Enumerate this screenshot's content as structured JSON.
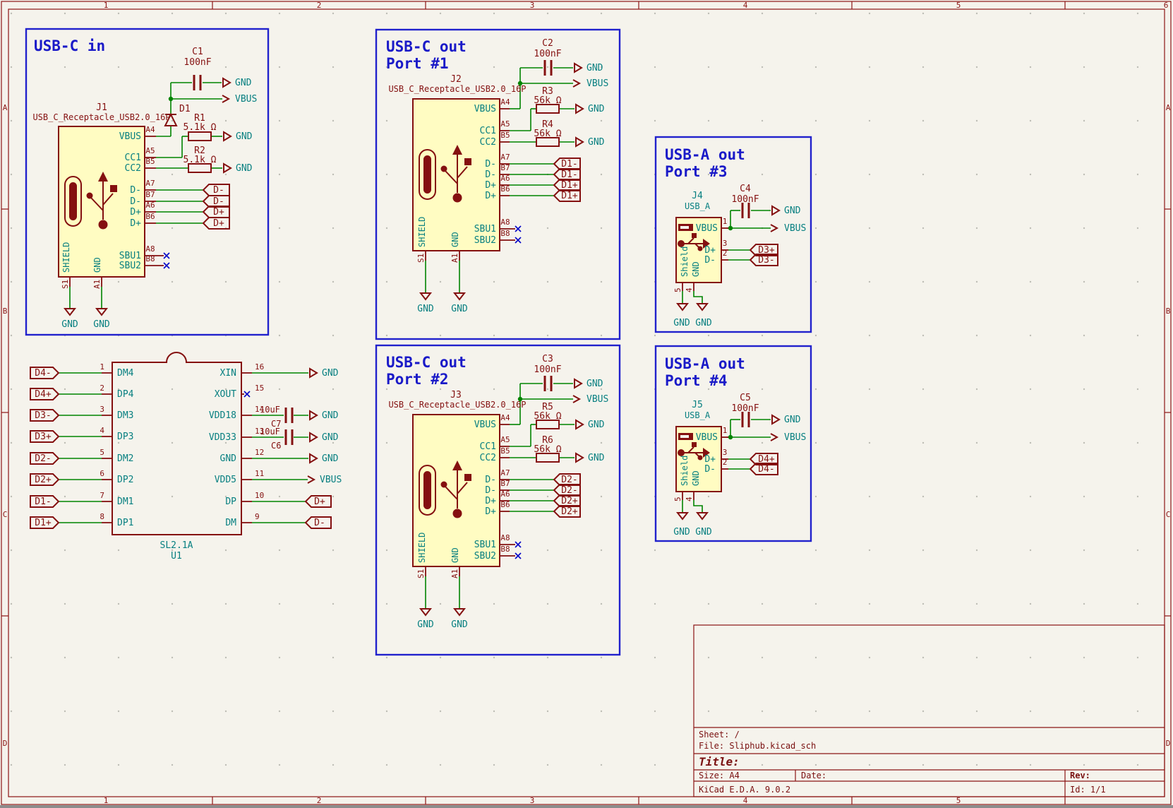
{
  "frame": {
    "cols": [
      "1",
      "2",
      "3",
      "4",
      "5",
      "6"
    ],
    "rows": [
      "A",
      "B",
      "C",
      "D"
    ]
  },
  "title_block": {
    "sheet": "Sheet: /",
    "file": "File: Sliphub.kicad_sch",
    "title_label": "Title:",
    "size": "Size: A4",
    "date": "Date:",
    "rev": "Rev:",
    "generator": "KiCad E.D.A. 9.0.2",
    "id": "Id: 1/1"
  },
  "nets": {
    "gnd": "GND",
    "vbus": "VBUS"
  },
  "usbc": {
    "part": "USB_C_Receptacle_USB2.0_16P",
    "pin_names": [
      "VBUS",
      "CC1",
      "CC2",
      "D-",
      "D-",
      "D+",
      "D+",
      "SBU1",
      "SBU2"
    ],
    "pin_numbers": [
      "A4",
      "A5",
      "B5",
      "A7",
      "B7",
      "A6",
      "B6",
      "A8",
      "B8"
    ],
    "bottom_names": [
      "SHIELD",
      "GND"
    ],
    "bottom_numbers": [
      "S1",
      "A1"
    ]
  },
  "usba": {
    "part": "USB_A",
    "pin_names": [
      "VBUS",
      "D+",
      "D-"
    ],
    "pin_numbers": [
      "1",
      "3",
      "2"
    ],
    "bottom_names": [
      "Shield",
      "GND"
    ],
    "bottom_numbers": [
      "5",
      "4"
    ]
  },
  "sections": {
    "in": {
      "title": "USB-C in",
      "ref": "J1",
      "cap": {
        "ref": "C1",
        "value": "100nF"
      },
      "diode": {
        "ref": "D1"
      },
      "r_top": {
        "ref": "R1",
        "value": "5.1k Ω"
      },
      "r_bot": {
        "ref": "R2",
        "value": "5.1k Ω"
      },
      "labels": [
        "D-",
        "D-",
        "D+",
        "D+"
      ]
    },
    "port1": {
      "title": "USB-C out",
      "subtitle": "Port #1",
      "ref": "J2",
      "cap": {
        "ref": "C2",
        "value": "100nF"
      },
      "r_top": {
        "ref": "R3",
        "value": "56k Ω"
      },
      "r_bot": {
        "ref": "R4",
        "value": "56k Ω"
      },
      "labels": [
        "D1-",
        "D1-",
        "D1+",
        "D1+"
      ]
    },
    "port2": {
      "title": "USB-C out",
      "subtitle": "Port #2",
      "ref": "J3",
      "cap": {
        "ref": "C3",
        "value": "100nF"
      },
      "r_top": {
        "ref": "R5",
        "value": "56k Ω"
      },
      "r_bot": {
        "ref": "R6",
        "value": "56k Ω"
      },
      "labels": [
        "D2-",
        "D2-",
        "D2+",
        "D2+"
      ]
    },
    "port3": {
      "title": "USB-A out",
      "subtitle": "Port #3",
      "ref": "J4",
      "cap": {
        "ref": "C4",
        "value": "100nF"
      },
      "labels": [
        "D3+",
        "D3-"
      ]
    },
    "port4": {
      "title": "USB-A out",
      "subtitle": "Port #4",
      "ref": "J5",
      "cap": {
        "ref": "C5",
        "value": "100nF"
      },
      "labels": [
        "D4+",
        "D4-"
      ]
    }
  },
  "u1": {
    "ref": "U1",
    "value": "SL2.1A",
    "left_labels": [
      "D4-",
      "D4+",
      "D3-",
      "D3+",
      "D2-",
      "D2+",
      "D1-",
      "D1+"
    ],
    "left_numbers": [
      "1",
      "2",
      "3",
      "4",
      "5",
      "6",
      "7",
      "8"
    ],
    "left_names": [
      "DM4",
      "DP4",
      "DM3",
      "DP3",
      "DM2",
      "DP2",
      "DM1",
      "DP1"
    ],
    "right_numbers": [
      "16",
      "15",
      "14",
      "13",
      "12",
      "11",
      "10",
      "9"
    ],
    "right_names": [
      "XIN",
      "XOUT",
      "VDD18",
      "VDD33",
      "GND",
      "VDD5",
      "DP",
      "DM"
    ],
    "c7": {
      "ref": "C7",
      "value": "10uF"
    },
    "c6": {
      "ref": "C6",
      "value": "10uF"
    },
    "out_labels": [
      "D+",
      "D-"
    ]
  }
}
